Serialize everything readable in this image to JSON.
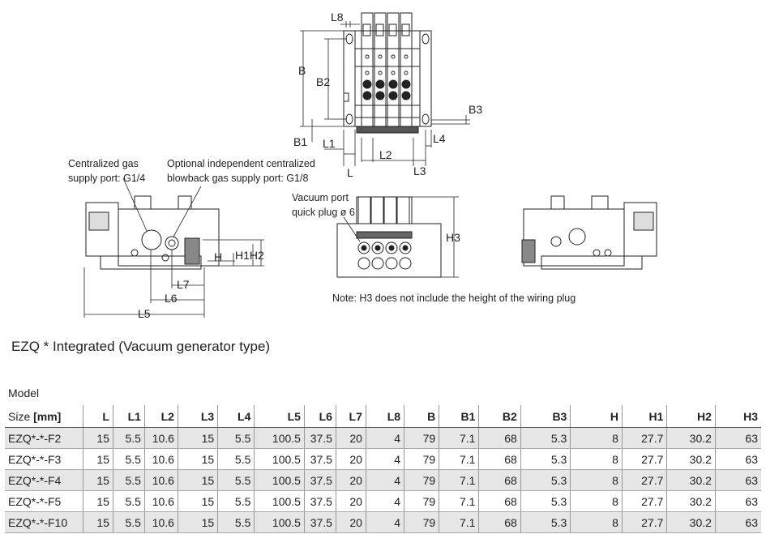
{
  "labels": {
    "l8": "L8",
    "b": "B",
    "b2": "B2",
    "b3": "B3",
    "b1": "B1",
    "l1": "L1",
    "l4": "L4",
    "l2": "L2",
    "l": "L",
    "l3": "L3",
    "centralized_gas": [
      "Centralized gas",
      "supply port: G1/4"
    ],
    "optional_gas": [
      "Optional independent centralized",
      "blowback gas supply port: G1/8"
    ],
    "h": "H",
    "h1h2": "H1H2",
    "l7": "L7",
    "l6": "L6",
    "l5": "L5",
    "vacuum_port": [
      "Vacuum port",
      "quick plug ø 6"
    ],
    "h3": "H3",
    "note": "Note: H3 does not include the height of the wiring plug"
  },
  "section_title": "EZQ * Integrated (Vacuum generator type)",
  "table": {
    "model_label": "Model",
    "size_label": "Size",
    "unit_label": "[mm]",
    "columns": [
      "L",
      "L1",
      "L2",
      "L3",
      "L4",
      "L5",
      "L6",
      "L7",
      "L8",
      "B",
      "B1",
      "B2",
      "B3",
      "H",
      "H1",
      "H2",
      "H3"
    ],
    "rows": [
      {
        "model": "EZQ*-*-F2",
        "values": [
          "15",
          "5.5",
          "10.6",
          "15",
          "5.5",
          "100.5",
          "37.5",
          "20",
          "4",
          "79",
          "7.1",
          "68",
          "5.3",
          "8",
          "27.7",
          "30.2",
          "63"
        ]
      },
      {
        "model": "EZQ*-*-F3",
        "values": [
          "15",
          "5.5",
          "10.6",
          "15",
          "5.5",
          "100.5",
          "37.5",
          "20",
          "4",
          "79",
          "7.1",
          "68",
          "5.3",
          "8",
          "27.7",
          "30.2",
          "63"
        ]
      },
      {
        "model": "EZQ*-*-F4",
        "values": [
          "15",
          "5.5",
          "10.6",
          "15",
          "5.5",
          "100.5",
          "37.5",
          "20",
          "4",
          "79",
          "7.1",
          "68",
          "5.3",
          "8",
          "27.7",
          "30.2",
          "63"
        ]
      },
      {
        "model": "EZQ*-*-F5",
        "values": [
          "15",
          "5.5",
          "10.6",
          "15",
          "5.5",
          "100.5",
          "37.5",
          "20",
          "4",
          "79",
          "7.1",
          "68",
          "5.3",
          "8",
          "27.7",
          "30.2",
          "63"
        ]
      },
      {
        "model": "EZQ*-*-F10",
        "values": [
          "15",
          "5.5",
          "10.6",
          "15",
          "5.5",
          "100.5",
          "37.5",
          "20",
          "4",
          "79",
          "7.1",
          "68",
          "5.3",
          "8",
          "27.7",
          "30.2",
          "63"
        ]
      }
    ]
  }
}
